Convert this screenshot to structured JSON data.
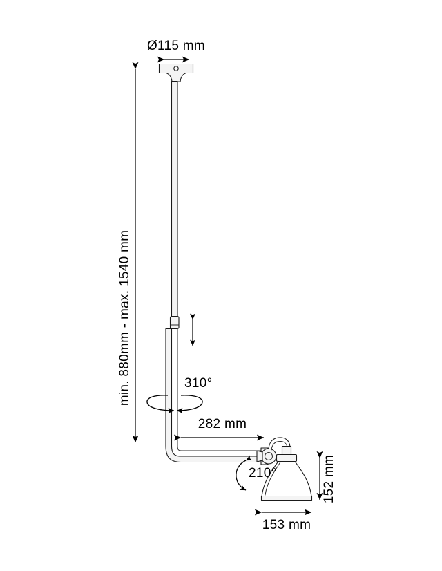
{
  "drawing": {
    "title": "Pendant lamp technical dimension drawing",
    "dimensions": {
      "canopy_diameter": "Ø115 mm",
      "drop_height_range": "min. 880mm - max. 1540 mm",
      "rotation_vertical": "310°",
      "arm_reach": "282 mm",
      "rotation_shade": "210°",
      "shade_height": "152 mm",
      "shade_width": "153 mm"
    },
    "colors": {
      "background": "#ffffff",
      "line": "#1a1a1a",
      "text": "#000000",
      "shade_fill": "#ffffff"
    }
  }
}
